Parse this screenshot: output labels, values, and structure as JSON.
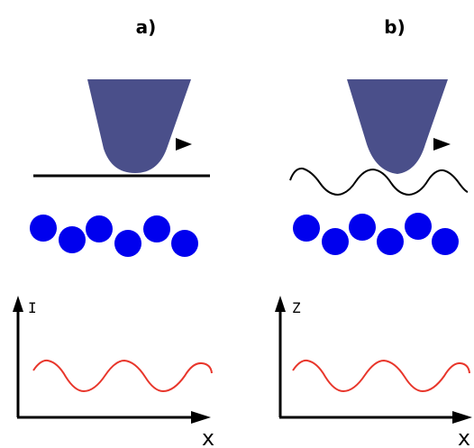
{
  "panels": [
    {
      "label": "a)",
      "y_axis_label": "I",
      "x_axis_label": "x"
    },
    {
      "label": "b)",
      "y_axis_label": "Z",
      "x_axis_label": "x"
    }
  ],
  "colors": {
    "tip": "#4a4f8a",
    "atom": "#0000ee",
    "signal": "#e8362b",
    "line": "#000000",
    "background": "#ffffff"
  },
  "icons": {
    "direction": "right-arrow-icon"
  }
}
